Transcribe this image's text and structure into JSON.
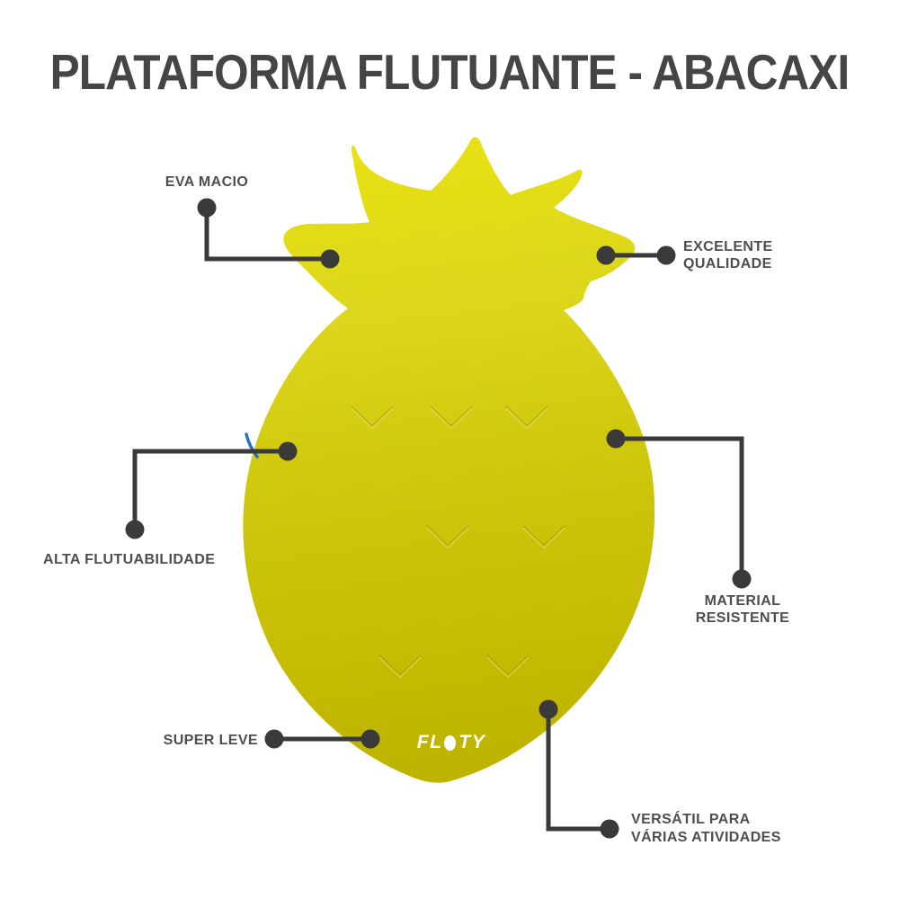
{
  "title": "PLATAFORMA FLUTUANTE - ABACAXI",
  "product": {
    "illustration": "pineapple-float",
    "brand_logo": {
      "text": "FLOTY",
      "parts": [
        "FL",
        "O",
        "TY"
      ]
    }
  },
  "features": [
    {
      "id": "eva-macio",
      "label": "EVA MACIO"
    },
    {
      "id": "excelente-qualidade",
      "label": "EXCELENTE QUALIDADE",
      "lines": [
        "EXCELENTE",
        "QUALIDADE"
      ]
    },
    {
      "id": "alta-flutuabilidade",
      "label": "ALTA FLUTUABILIDADE"
    },
    {
      "id": "material-resistente",
      "label": "MATERIAL RESISTENTE",
      "lines": [
        "MATERIAL",
        "RESISTENTE"
      ]
    },
    {
      "id": "super-leve",
      "label": "SUPER LEVE"
    },
    {
      "id": "versatil-atividades",
      "label": "VERSÁTIL PARA VÁRIAS ATIVIDADES",
      "lines": [
        "VERSÁTIL PARA",
        "VÁRIAS ATIVIDADES"
      ]
    }
  ],
  "colors": {
    "background": "#ffffff",
    "title_text": "#454545",
    "label_text": "#4e4e4e",
    "connector": "#3a3a3a",
    "pineapple_light": "#e9e212",
    "pineapple_dark": "#beb400",
    "groove": "#9e9706",
    "logo_text": "#ffffff",
    "strap_blue": "#2b72b8"
  }
}
